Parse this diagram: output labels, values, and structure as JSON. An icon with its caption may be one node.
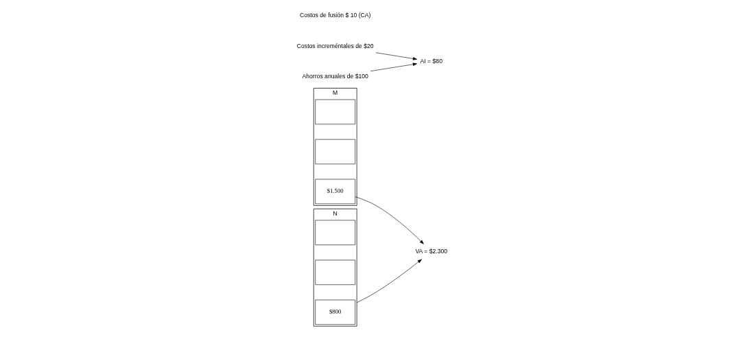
{
  "diagram": {
    "nodes": [
      {
        "text": [
          "M"
        ]
      },
      {
        "text": [],
        "shape": "box",
        "in": 0
      },
      {
        "text": [],
        "shape": "box",
        "in": 0
      },
      {
        "text": [
          "$1.500"
        ],
        "in": 0
      },
      {
        "text": [
          "N"
        ]
      },
      {
        "text": [],
        "shape": "box",
        "in": 4
      },
      {
        "text": [],
        "shape": "box",
        "in": 4
      },
      {
        "text": [
          "$800"
        ],
        "in": 4
      },
      {
        "text": [
          "VA = $2.300"
        ]
      },
      {
        "text": [
          "Costos increméntales de $20"
        ]
      },
      {
        "text": [
          "AI = $80"
        ]
      },
      {
        "text": [
          "Ahorros anuales de $100"
        ]
      }
    ],
    "edges": [
      {
        "from": 3,
        "to": 8,
        "arrow": "to"
      },
      {
        "from": 4,
        "to": 8,
        "arrow": "to"
      },
      {
        "from": 9,
        "to": 10,
        "arrow": "to"
      },
      {
        "from": 11,
        "to": 10,
        "arrow": "to"
      }
    ],
    "labels": [
      "Costos de fusión $ 10 (CA)"
    ]
  }
}
